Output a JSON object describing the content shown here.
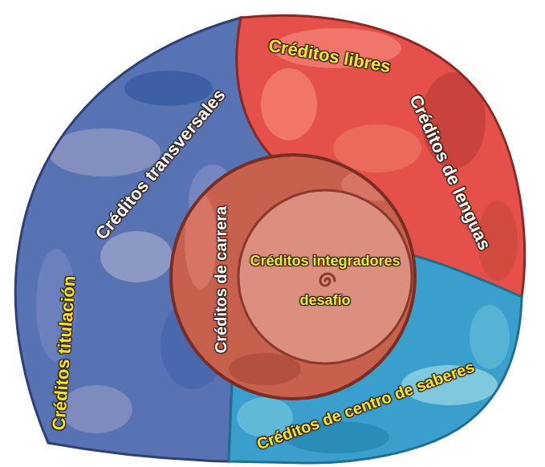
{
  "diagram": {
    "nodes": [
      {
        "text": [
          "Créditos titulación"
        ]
      },
      {
        "text": [
          "Créditos transversales"
        ]
      },
      {
        "text": [
          "Créditos libres"
        ]
      },
      {
        "text": [
          "Créditos de lenguas"
        ]
      },
      {
        "text": [
          "Créditos de centro de saberes"
        ]
      },
      {
        "text": [
          "Créditos de carrera"
        ]
      },
      {
        "text": [
          "Créditos integradores desafío"
        ]
      }
    ]
  }
}
